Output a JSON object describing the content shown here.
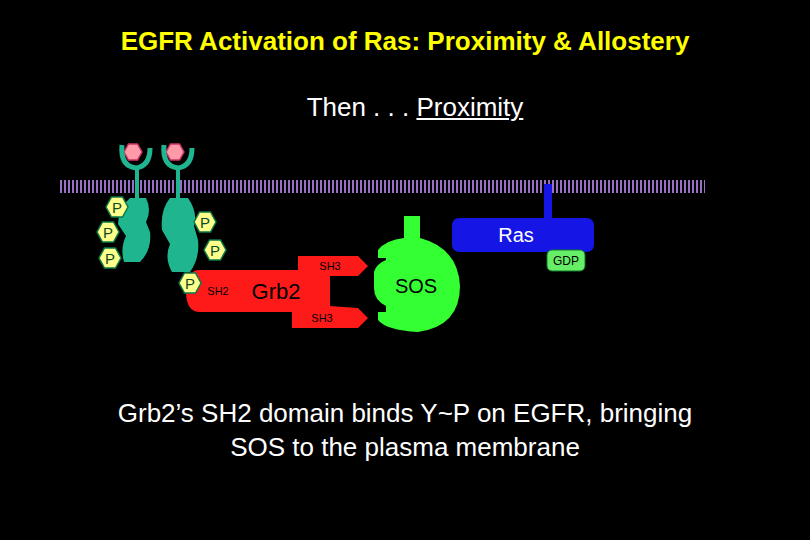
{
  "diagram": {
    "title": "EGFR Activation of Ras: Proximity & Allostery",
    "caption": "Grb2’s SH2 domain binds Y~P on EGFR, bringing SOS to the plasma membrane",
    "nodes": [
      {
        "text": [
          "P"
        ]
      },
      {
        "text": [
          "P"
        ]
      },
      {
        "text": [
          "P"
        ]
      },
      {
        "text": [
          "P"
        ]
      },
      {
        "text": [
          "P"
        ]
      },
      {
        "text": [
          "P"
        ]
      },
      {
        "text": [
          "SH3",
          "SH2",
          "Grb2",
          "SH3"
        ]
      },
      {
        "text": [
          "SOS"
        ]
      },
      {
        "text": [
          "Ras"
        ]
      },
      {
        "text": [
          "GDP"
        ],
        "in": 8
      }
    ],
    "labels": [
      "Then . . . ",
      "Proximity"
    ]
  }
}
